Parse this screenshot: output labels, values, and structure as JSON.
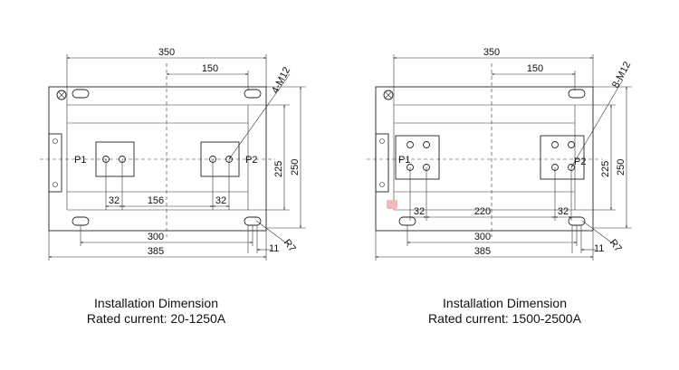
{
  "left_drawing": {
    "dims": {
      "overall_top": "350",
      "offset_top": "150",
      "hole_label": "4-M12",
      "height_inner": "225",
      "height_outer": "250",
      "pitch_left": "32",
      "spacing": "156",
      "pitch_right": "32",
      "bolt_span": "300",
      "overall_bottom": "385",
      "radius": "R7",
      "slot": "11"
    },
    "terminals": {
      "p1": "P1",
      "p2": "P2"
    },
    "caption": {
      "title": "Installation Dimension",
      "rating": "Rated current: 20-1250A"
    }
  },
  "right_drawing": {
    "dims": {
      "overall_top": "350",
      "offset_top": "150",
      "hole_label": "8-M12",
      "height_inner": "225",
      "height_outer": "250",
      "pitch_left": "32",
      "spacing": "220",
      "pitch_right": "32",
      "bolt_span": "300",
      "overall_bottom": "385",
      "radius": "R7",
      "slot": "11"
    },
    "terminals": {
      "p1": "P1",
      "p2": "P2"
    },
    "caption": {
      "title": "Installation Dimension",
      "rating": "Rated current: 1500-2500A"
    }
  },
  "colors": {
    "line": "#222222",
    "highlight": "#f4b8b8"
  }
}
